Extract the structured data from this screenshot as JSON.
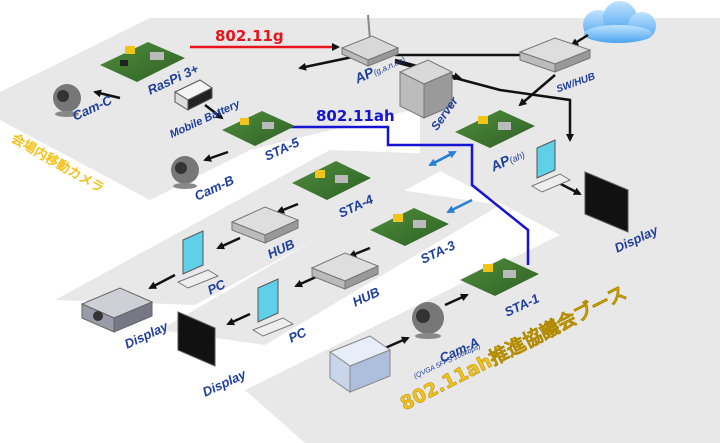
{
  "links": {
    "wifi_g": "802.11g",
    "wifi_ah": "802.11ah"
  },
  "zones": {
    "mobile_area": "会場内移動カメラ",
    "booth": "802.11ah推進協議会ブース"
  },
  "devices": {
    "cam_c": "Cam-C",
    "raspi": "RasPi 3+",
    "battery": "Mobile Battery",
    "sta5": "STA-5",
    "cam_b": "Cam-B",
    "ap_g": "AP",
    "ap_g_sub": "(g,a,n,ac)",
    "server": "Server",
    "sw_hub": "SW/HUB",
    "ap_ah": "AP",
    "ap_ah_sub": "(ah)",
    "display_main": "Display",
    "sta4": "STA-4",
    "hub1": "HUB",
    "pc1": "PC",
    "display_proj": "Display",
    "sta3": "STA-3",
    "hub2": "HUB",
    "pc2": "PC",
    "display2": "Display",
    "sta1": "STA-1",
    "cam_a": "Cam-A",
    "cam_a_sub": "(QVGA 5FPS 100kbps)"
  },
  "colors": {
    "wifi_g": "#e8141b",
    "wifi_ah": "#1414d2",
    "label": "#1f3f9a",
    "zone_text": "#f2c21b",
    "panel": "#e8e8e8"
  }
}
